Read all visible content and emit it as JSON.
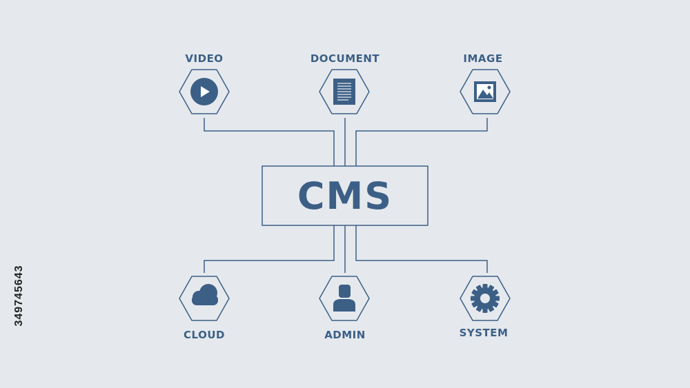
{
  "center": {
    "title": "CMS"
  },
  "nodes": {
    "video": {
      "label": "VIDEO",
      "icon": "play-icon"
    },
    "document": {
      "label": "DOCUMENT",
      "icon": "document-icon"
    },
    "image": {
      "label": "IMAGE",
      "icon": "image-icon"
    },
    "cloud": {
      "label": "CLOUD",
      "icon": "cloud-icon"
    },
    "admin": {
      "label": "ADMIN",
      "icon": "user-icon"
    },
    "system": {
      "label": "SYSTEM",
      "icon": "gear-icon"
    }
  },
  "side_id": "349745643",
  "colors": {
    "background": "#e5e9ed",
    "accent": "#3c5f86"
  }
}
